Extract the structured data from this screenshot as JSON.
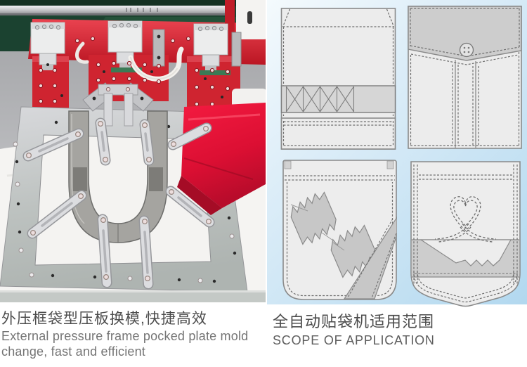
{
  "left_section": {
    "caption": {
      "title_zh": "外压框袋型压板换模,快捷高效",
      "subtitle_en_line1": "External pressure frame pocked plate mold",
      "subtitle_en_line2": "change, fast and efficient"
    },
    "machine_palette": {
      "frame_red": "#cf2430",
      "background_green": "#1c4430",
      "rail_silver": "#c9cacc",
      "plate_silver": "#c6c7ca",
      "cloth_white": "#f5f4f2",
      "fabric_red": "#e6163c",
      "template_gray": "#a5a4a0"
    }
  },
  "right_section": {
    "caption": {
      "title_zh": "全自动贴袋机适用范围",
      "subtitle_en": "SCOPE OF APPLICATION"
    },
    "panel_colors": {
      "background_top": "#f4fafd",
      "background_bottom": "#b2d8ef",
      "pocket_fill": "#ececec",
      "pocket_shade": "#cdcdcd",
      "stitch_line": "#6e6e6e",
      "outline": "#8a8a8a"
    },
    "diagrams": [
      {
        "name": "pocket-cross-stitch-band"
      },
      {
        "name": "flap-pocket-with-button"
      },
      {
        "name": "pocket-pinked-patches-diagonal-band"
      },
      {
        "name": "pocket-heart-stitch-zigzag-cuff"
      }
    ]
  }
}
